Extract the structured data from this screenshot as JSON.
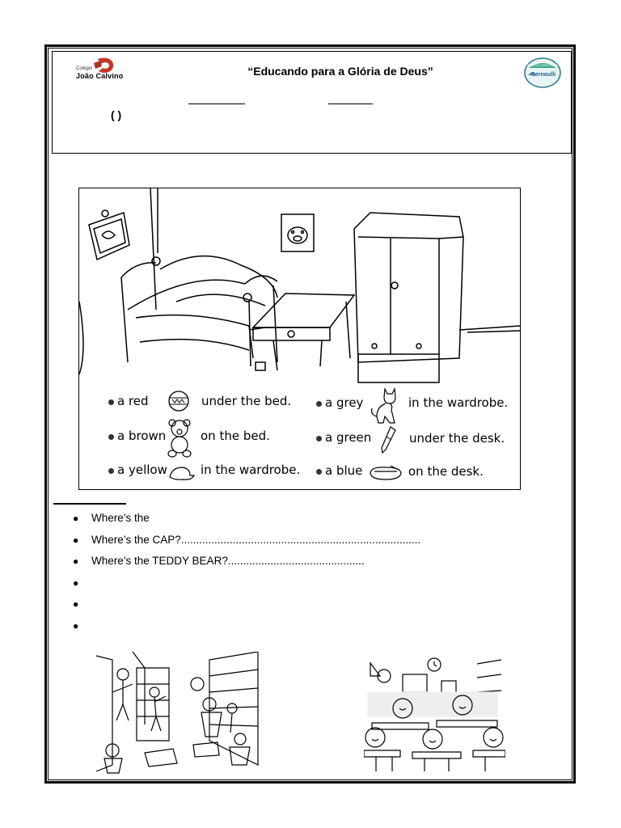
{
  "header": {
    "school_small": "Colégio",
    "school_name": "João Calvino",
    "motto": "“Educando para a Glória de Deus”",
    "paren": "( )",
    "partner_top": "ESCOLA PARCEIRA",
    "partner_name": "Bernoulli"
  },
  "legend": [
    {
      "color_word": "a red",
      "location": "under the bed.",
      "icon": "ball-icon"
    },
    {
      "color_word": "a brown",
      "location": "on the bed.",
      "icon": "teddy-bear-icon"
    },
    {
      "color_word": "a yellow",
      "location": "in the wardrobe.",
      "icon": "cap-icon"
    },
    {
      "color_word": "a grey",
      "location": "in the wardrobe.",
      "icon": "cat-icon"
    },
    {
      "color_word": "a green",
      "location": "under the desk.",
      "icon": "pencil-icon"
    },
    {
      "color_word": "a blue",
      "location": "on the desk.",
      "icon": "pencil-case-icon"
    }
  ],
  "questions": [
    "Where’s the",
    "Where’s the CAP?...............................................................................",
    "Where’s the TEDDY BEAR?.............................................",
    "",
    "",
    ""
  ]
}
